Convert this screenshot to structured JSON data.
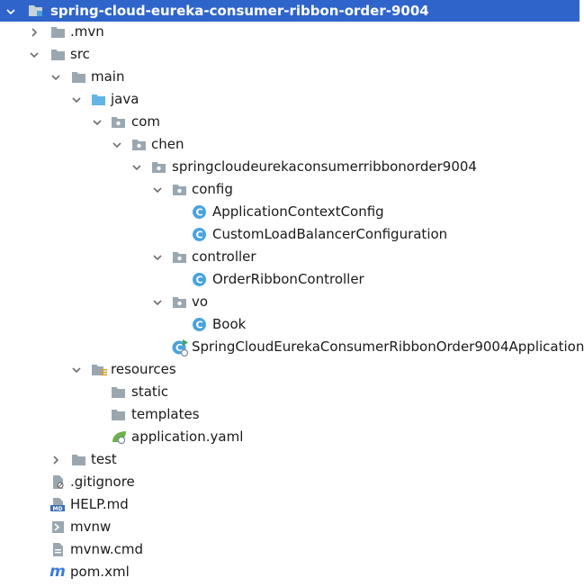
{
  "project": {
    "root": "spring-cloud-eureka-consumer-ribbon-order-9004",
    "items": {
      "mvn": ".mvn",
      "src": "src",
      "main": "main",
      "java": "java",
      "com": "com",
      "chen": "chen",
      "pkg": "springcloudeurekaconsumerribbonorder9004",
      "config": "config",
      "appctx": "ApplicationContextConfig",
      "customlb": "CustomLoadBalancerConfiguration",
      "controller": "controller",
      "orderctrl": "OrderRibbonController",
      "vo": "vo",
      "book": "Book",
      "app": "SpringCloudEurekaConsumerRibbonOrder9004Application",
      "resources": "resources",
      "static": "static",
      "templates": "templates",
      "appyaml": "application.yaml",
      "test": "test",
      "gitignore": ".gitignore",
      "help": "HELP.md",
      "mvnw": "mvnw",
      "mvnwcmd": "mvnw.cmd",
      "pom": "pom.xml"
    }
  },
  "icon_labels": {
    "class_letter": "C",
    "md_letters": "MD",
    "maven_letter": "m"
  },
  "colors": {
    "selection": "#2f65ca",
    "folder": "#9aa7b0",
    "source_folder": "#62b5e5",
    "class_icon": "#4aa3df",
    "maven": "#3d7bd6",
    "yaml_leaf": "#6cb24b"
  }
}
